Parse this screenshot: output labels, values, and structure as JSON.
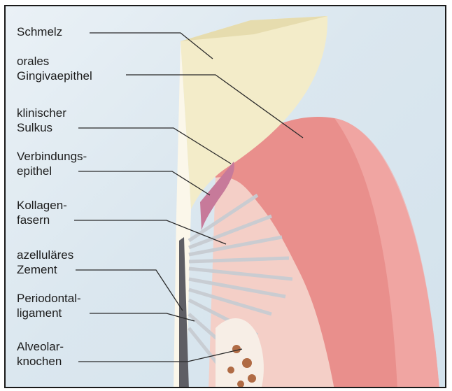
{
  "labels": [
    {
      "id": "schmelz",
      "lines": [
        "Schmelz"
      ]
    },
    {
      "id": "gingivaepithel",
      "lines": [
        "orales",
        "Gingivaepithel"
      ]
    },
    {
      "id": "sulkus",
      "lines": [
        "klinischer",
        "Sulkus"
      ]
    },
    {
      "id": "verbindungsepithel",
      "lines": [
        "Verbindungs-",
        "epithel"
      ]
    },
    {
      "id": "kollagenfasern",
      "lines": [
        "Kollagen-",
        "fasern"
      ]
    },
    {
      "id": "zement",
      "lines": [
        "azelluläres",
        "Zement"
      ]
    },
    {
      "id": "ligament",
      "lines": [
        "Periodontal-",
        "ligament"
      ]
    },
    {
      "id": "knochen",
      "lines": [
        "Alveolar-",
        "knochen"
      ]
    }
  ],
  "colors": {
    "background": "#dbe7ef",
    "enamel": "#f3ecc9",
    "gingiva": "#e98f8c",
    "gingiva_dark": "#d9706f",
    "junctional_epithelium": "#c77a9a",
    "fibers": "#cfd3d8",
    "bone": "#b06b45",
    "leader_line": "#2a2a2a"
  }
}
